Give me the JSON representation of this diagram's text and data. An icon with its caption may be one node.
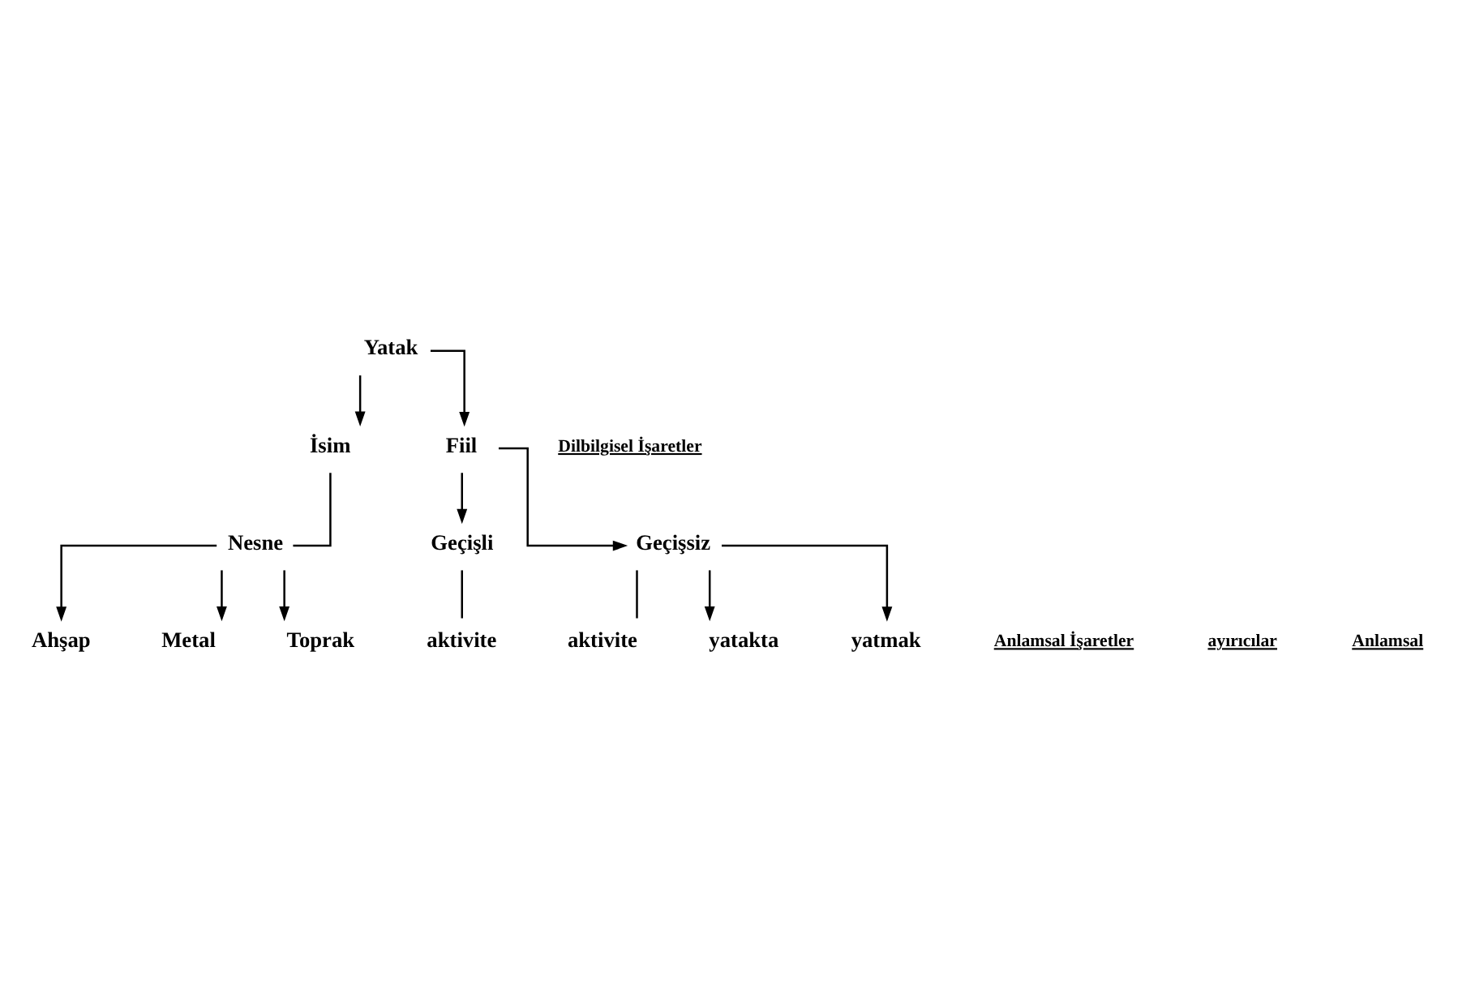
{
  "diagram": {
    "nodes": [
      {
        "text": [
          "Yatak"
        ]
      },
      {
        "text": [
          "İsim"
        ]
      },
      {
        "text": [
          "Fiil"
        ]
      },
      {
        "text": [
          "Nesne"
        ]
      },
      {
        "text": [
          "Geçişli"
        ]
      },
      {
        "text": [
          "Geçişsiz"
        ]
      },
      {
        "text": [
          "aktivite"
        ]
      },
      {
        "text": [
          "aktivite"
        ]
      },
      {
        "text": [
          "Ahşap"
        ]
      },
      {
        "text": [
          "Metal"
        ]
      },
      {
        "text": [
          "Toprak"
        ]
      },
      {
        "text": [
          "yatakta"
        ]
      },
      {
        "text": [
          "yatmak"
        ]
      }
    ],
    "edges": [
      {
        "from": 0,
        "to": 1,
        "arrow": "to"
      },
      {
        "from": 0,
        "to": 2,
        "arrow": "to"
      },
      {
        "from": 1,
        "to": 3,
        "arrow": "none"
      },
      {
        "from": 2,
        "to": 4,
        "arrow": "to"
      },
      {
        "from": 2,
        "to": 5,
        "arrow": "to"
      },
      {
        "from": 3,
        "to": 8,
        "arrow": "to"
      },
      {
        "from": 3,
        "to": 9,
        "arrow": "to"
      },
      {
        "from": 3,
        "to": 10,
        "arrow": "to"
      },
      {
        "from": 4,
        "to": 6,
        "arrow": "none"
      },
      {
        "from": 5,
        "to": 7,
        "arrow": "none"
      },
      {
        "from": 5,
        "to": 11,
        "arrow": "to"
      },
      {
        "from": 5,
        "to": 12,
        "arrow": "to"
      }
    ],
    "labels": [
      "Dilbilgisel İşaretler",
      "Anlamsal İşaretler",
      "ayırıcılar",
      "Anlamsal"
    ]
  }
}
